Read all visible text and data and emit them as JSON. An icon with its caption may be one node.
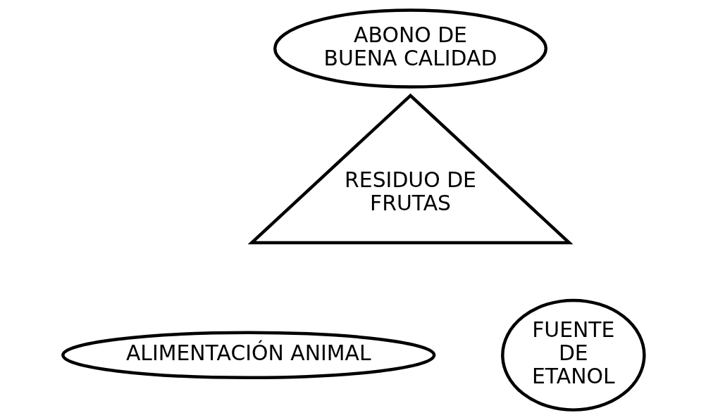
{
  "diagram": {
    "nodes": [
      {
        "text": [
          "ABONO DE BUENA CALIDAD"
        ]
      },
      {
        "text": [
          "RESIDUO DE FRUTAS"
        ]
      },
      {
        "text": [
          "ALIMENTACIÓN ANIMAL"
        ]
      },
      {
        "text": [
          "FUENTE DE ETANOL"
        ]
      }
    ]
  }
}
